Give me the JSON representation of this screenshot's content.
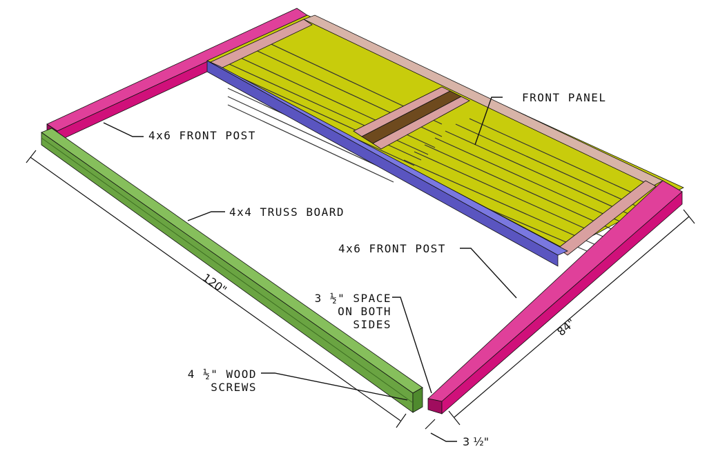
{
  "diagram": {
    "type": "woodworking-assembly",
    "labels": {
      "front_post_left": "4x6 FRONT POST",
      "truss_board": "4x4 TRUSS BOARD",
      "front_panel": "FRONT PANEL",
      "front_post_right": "4x6 FRONT POST",
      "space_line1": "3 ½\" SPACE",
      "space_line2": "ON BOTH",
      "space_line3": "SIDES",
      "screws_line1": "4 ½\" WOOD",
      "screws_line2": "SCREWS"
    },
    "dimensions": {
      "truss_length": "120\"",
      "post_length": "84\"",
      "offset": "3 ½\""
    },
    "colors": {
      "front_post": "#d0107a",
      "front_post_dark": "#a00c5e",
      "truss_board": "#6aa442",
      "truss_board_dark": "#4f8a2e",
      "panel_siding": "#c8cc0c",
      "panel_frame": "#d9a0a0",
      "panel_frame_top": "#d8b4a8",
      "panel_center_stud": "#6e4a1e",
      "panel_bottom_plate": "#5a55c0",
      "line": "#111111"
    }
  }
}
